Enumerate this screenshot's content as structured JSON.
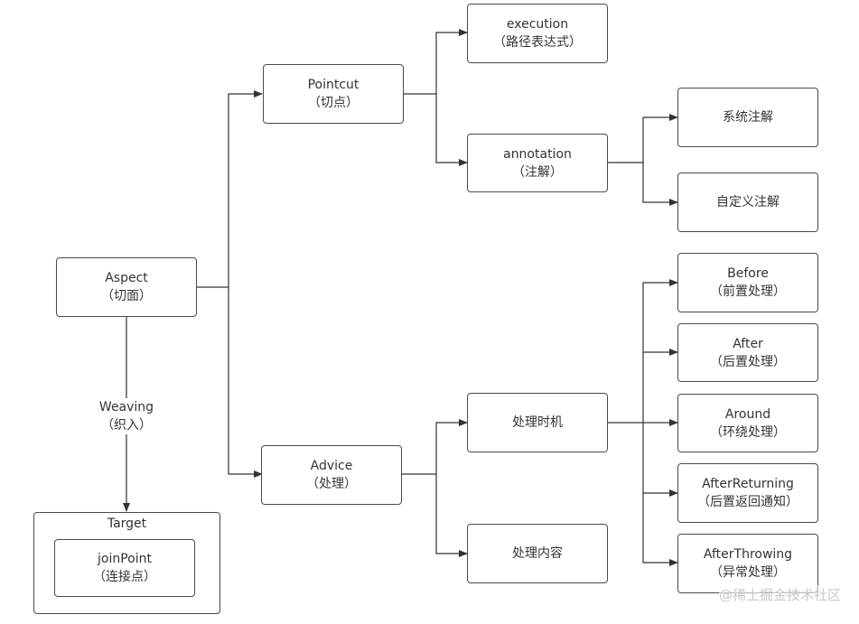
{
  "nodes": {
    "aspect": {
      "title": "Aspect",
      "subtitle": "（切面）"
    },
    "pointcut": {
      "title": "Pointcut",
      "subtitle": "（切点）"
    },
    "advice": {
      "title": "Advice",
      "subtitle": "（处理）"
    },
    "execution": {
      "title": "execution",
      "subtitle": "（路径表达式）"
    },
    "annotation": {
      "title": "annotation",
      "subtitle": "（注解）"
    },
    "system_annotation": {
      "title": "系统注解"
    },
    "custom_annotation": {
      "title": "自定义注解"
    },
    "timing": {
      "title": "处理时机"
    },
    "content": {
      "title": "处理内容"
    },
    "before": {
      "title": "Before",
      "subtitle": "（前置处理）"
    },
    "after": {
      "title": "After",
      "subtitle": "（后置处理）"
    },
    "around": {
      "title": "Around",
      "subtitle": "（环绕处理）"
    },
    "after_returning": {
      "title": "AfterReturning",
      "subtitle": "（后置返回通知）"
    },
    "after_throwing": {
      "title": "AfterThrowing",
      "subtitle": "（异常处理）"
    },
    "target": {
      "title": "Target"
    },
    "join_point": {
      "title": "joinPoint",
      "subtitle": "（连接点）"
    }
  },
  "edge_labels": {
    "weaving": {
      "title": "Weaving",
      "subtitle": "（织入）"
    }
  },
  "watermark": "@稀土掘金技术社区"
}
